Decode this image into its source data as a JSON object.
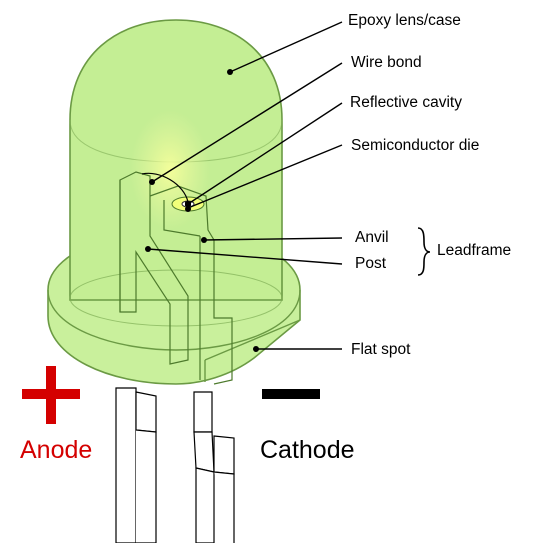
{
  "labels": {
    "epoxy": "Epoxy lens/case",
    "wire_bond": "Wire bond",
    "reflective_cavity": "Reflective cavity",
    "semiconductor_die": "Semiconductor die",
    "anvil": "Anvil",
    "post": "Post",
    "leadframe": "Leadframe",
    "flat_spot": "Flat spot"
  },
  "terminals": {
    "anode": "Anode",
    "cathode": "Cathode",
    "anode_sign": "+",
    "cathode_sign": "−"
  },
  "colors": {
    "lens_fill": "#c4ee94",
    "lens_stroke": "#5d8f3a",
    "anode": "#d40000",
    "cathode": "#000000"
  }
}
